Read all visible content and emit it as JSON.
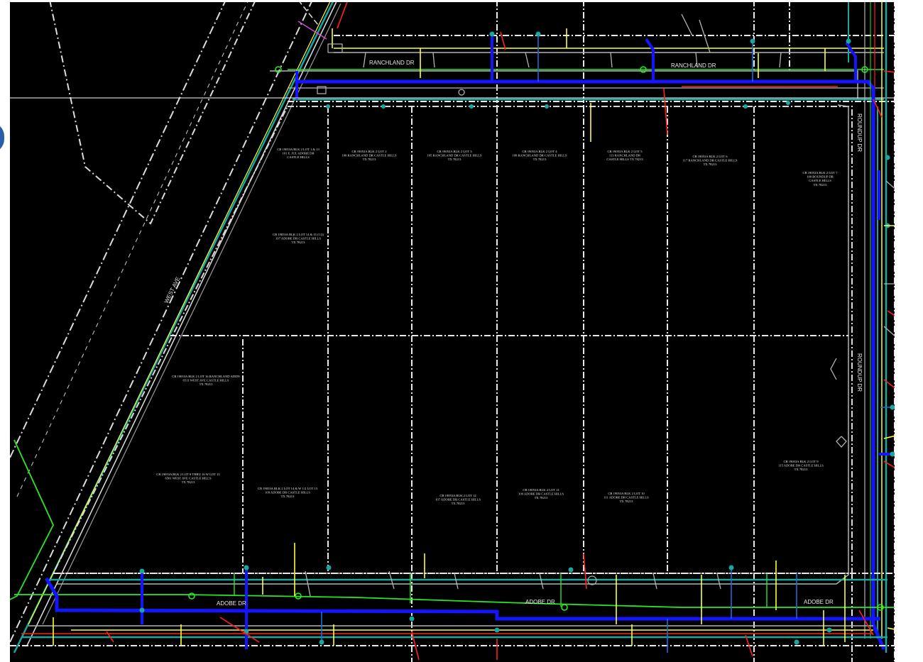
{
  "drawing": {
    "background_color": "#000000",
    "colors": {
      "water_main": "#1414ff",
      "sewer_main": "#19a7a0",
      "gas": "#ffff33",
      "electric": "#ff2020",
      "telecom": "#27e827",
      "lot_line": "#e8e8e8",
      "curb": "#b4b4b4",
      "text": "#e6e6e6"
    },
    "streets": {
      "ranchland_north": "RANCHLAND DR",
      "ranchland_east": "RANCHLAND DR",
      "west_ave": "WEST AVE",
      "roundup_top": "ROUNDUP DR",
      "roundup_mid": "ROUNDUP DR",
      "adobe_west": "ADOBE DR",
      "adobe_mid": "ADOBE DR",
      "adobe_east": "ADOBE DR"
    },
    "parcels": [
      [
        "CB 19053A BLK 2 LOT 1 & 13",
        "101 E. JUL ADOBE DR",
        "CASTLE HILLS"
      ],
      [
        "CB 19053A BLK 2 LOT 2",
        "100 RANCHLAND DR CASTLE HILLS",
        "TX 78213"
      ],
      [
        "CB 19053A BLK 2 LOT 3",
        "105 RANCHLAND DR CASTLE HILLS",
        "TX 78213"
      ],
      [
        "CB 19053A BLK 2 LOT 4",
        "109 RANCHLAND DR CASTLE HILLS",
        "TX 78213"
      ],
      [
        "CB 19053A BLK 2 LOT 5",
        "113 RANCHLAND DR",
        "CASTLE HILLS TX 78213"
      ],
      [
        "CB 19053A BLK 2 LOT 6",
        "117 RANCHLAND DR CASTLE HILLS",
        "TX 78213"
      ],
      [
        "CB 19053A BLK 2 LOT 7",
        "100 ROUNDUP DR",
        "CASTLE HILLS",
        "TX 78213"
      ],
      [
        "CB 19053A BLK 2 LOT 14 & 15 (1/2)",
        "107 ADOBE DR CASTLE HILLS",
        "TX 78213"
      ],
      [
        "CB 19053A BLK 2 LOT 16 RANCHLAND ADDN",
        "6511 WEST AVE CASTLE HILLS",
        "TX 78213"
      ],
      [
        "CB 19053A BLK 2 LOT 8 THRU 16 W LOT 15",
        "6501 WEST AVE CASTLE HILLS",
        "TX 78213"
      ],
      [
        "CB 19053A BLK 2 LOT 14 & W 1/2 LOT 13",
        "109 ADOBE DR CASTLE HILLS",
        "TX 78213"
      ],
      [
        "CB 19053A BLK 2 LOT 12",
        "107 ADOBE DR CASTLE HILLS",
        "TX 78213"
      ],
      [
        "CB 19053A BLK 2 LOT 11",
        "109 ADOBE DR CASTLE HILLS",
        "TX 78213"
      ],
      [
        "CB 19053A BLK 2 LOT 10",
        "111 ADOBE DR CASTLE HILLS",
        "TX 78213"
      ],
      [
        "CB 19053A BLK 2 LOT 9",
        "115 ADOBE DR CASTLE HILLS",
        "TX 78213"
      ]
    ]
  }
}
